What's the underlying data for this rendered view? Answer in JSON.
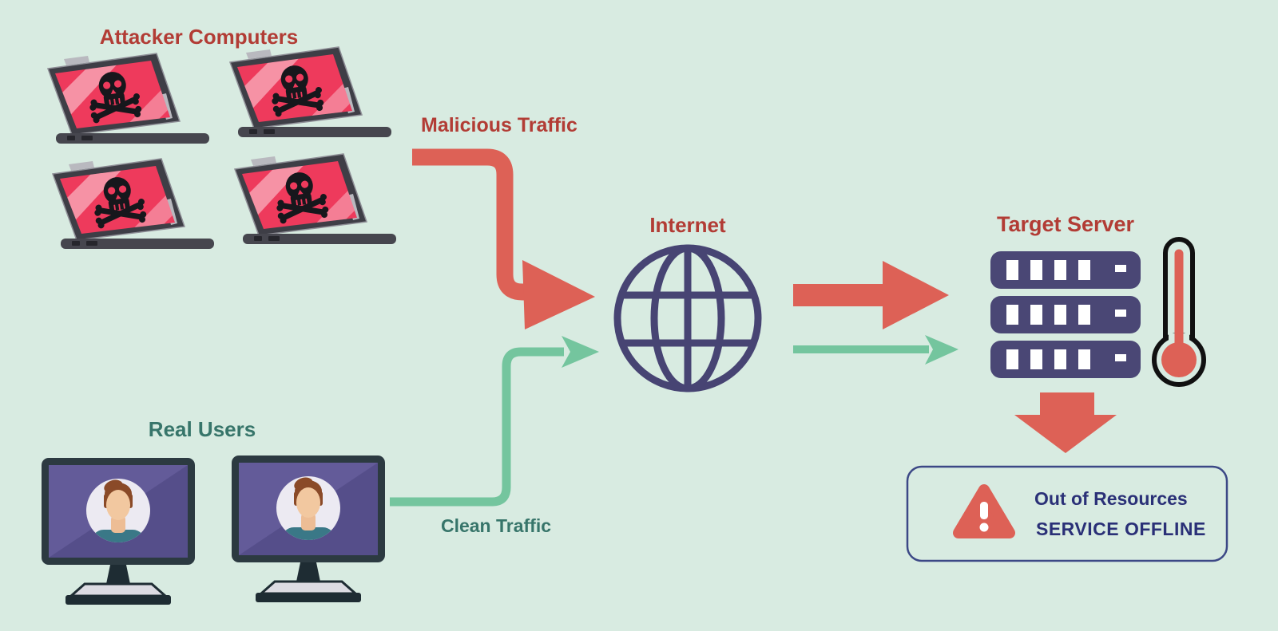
{
  "title": "DDoS attack diagram",
  "colors": {
    "background": "#d8ebe1",
    "attack_red": "#dd6156",
    "label_red": "#b23c35",
    "clean_green": "#74c59e",
    "label_teal": "#37756a",
    "icon_navy": "#474473",
    "label_navy": "#2a3077",
    "laptop_screen_red": "#ee3a5c",
    "monitor_purple": "#554e8a"
  },
  "labels": {
    "attacker_computers": "Attacker Computers",
    "malicious_traffic": "Malicious Traffic",
    "internet": "Internet",
    "target_server": "Target Server",
    "real_users": "Real Users",
    "clean_traffic": "Clean Traffic"
  },
  "warning_box": {
    "line1": "Out of Resources",
    "line2": "SERVICE OFFLINE"
  },
  "icons": {
    "skull-laptop-icon": "laptop with skull and crossbones on red screen",
    "user-monitor-icon": "desktop monitor with user avatar",
    "globe-icon": "wireframe internet globe",
    "server-stack-icon": "three rack server units",
    "thermometer-icon": "overheating thermometer",
    "warning-triangle-icon": "red triangle with exclamation mark",
    "down-block-arrow-icon": "red block arrow pointing down"
  },
  "diagram": {
    "attacker_count": 4,
    "real_user_count": 2,
    "edges": [
      {
        "from": "attacker-computers",
        "to": "internet",
        "label": "Malicious Traffic",
        "color": "red"
      },
      {
        "from": "real-users",
        "to": "internet",
        "label": "Clean Traffic",
        "color": "green"
      },
      {
        "from": "internet",
        "to": "target-server",
        "label": "",
        "color": "red"
      },
      {
        "from": "internet",
        "to": "target-server",
        "label": "",
        "color": "green"
      },
      {
        "from": "target-server",
        "to": "warning-box",
        "label": "",
        "color": "red"
      }
    ]
  }
}
